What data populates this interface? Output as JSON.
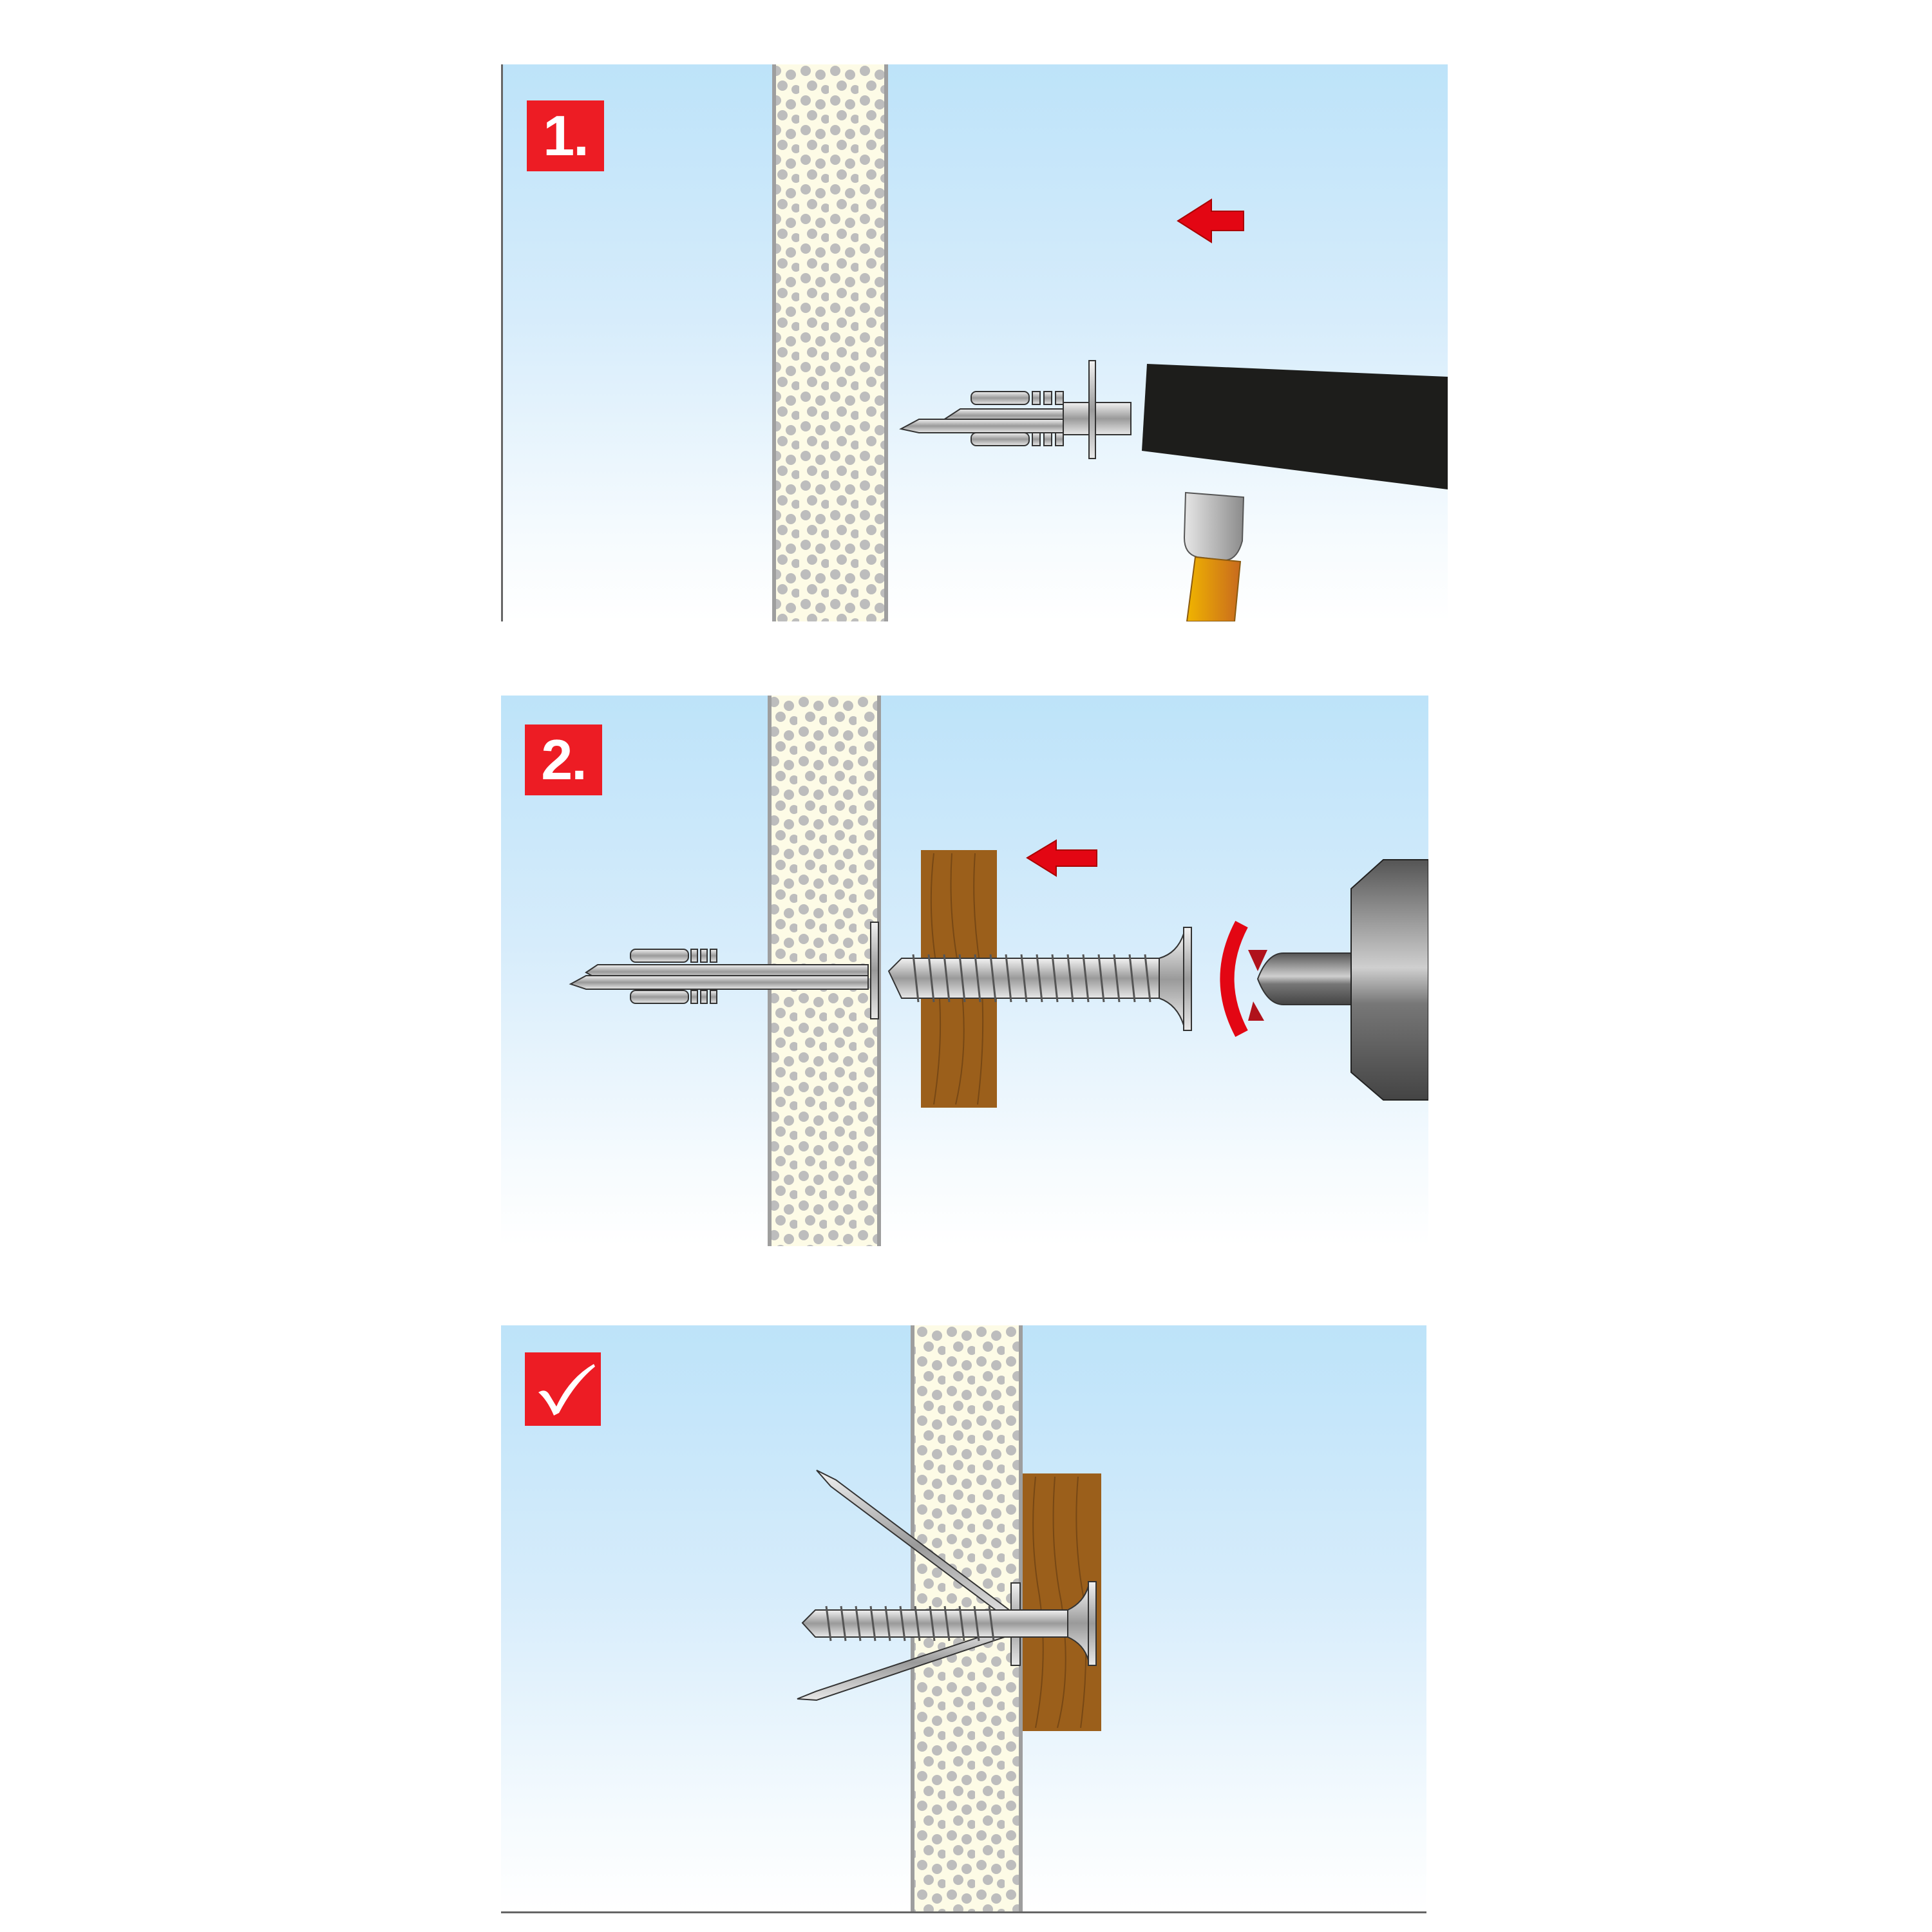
{
  "figure": {
    "type": "installation-instructions",
    "background_color": "#ffffff",
    "sky_gradient": [
      "#bde3f9",
      "#ffffff"
    ],
    "accent_color": "#ed1c24",
    "wall_color": "#fdfbe6",
    "wall_dot_color": "#bdbdbd",
    "wood_color": "#9b5f1b"
  },
  "panels": [
    {
      "step_label": "1.",
      "badge_icon": "step-number",
      "description": "Hammer the spreading nail anchor into the insulation panel",
      "elements": [
        "insulation-wall",
        "nail-anchor",
        "direction-arrow-left",
        "hammer"
      ]
    },
    {
      "step_label": "2.",
      "badge_icon": "step-number",
      "description": "Drive the screw through the wooden batten into the anchor with a drill",
      "elements": [
        "insulation-wall",
        "nail-anchor-seated",
        "wood-batten",
        "screw",
        "direction-arrow-left",
        "rotation-arrow",
        "drill-chuck"
      ]
    },
    {
      "step_label": "✓",
      "badge_icon": "checkmark",
      "description": "Anchor legs splay inside the wall, batten is fixed",
      "elements": [
        "insulation-wall",
        "splayed-nail-anchor",
        "screw",
        "wood-batten"
      ]
    }
  ]
}
